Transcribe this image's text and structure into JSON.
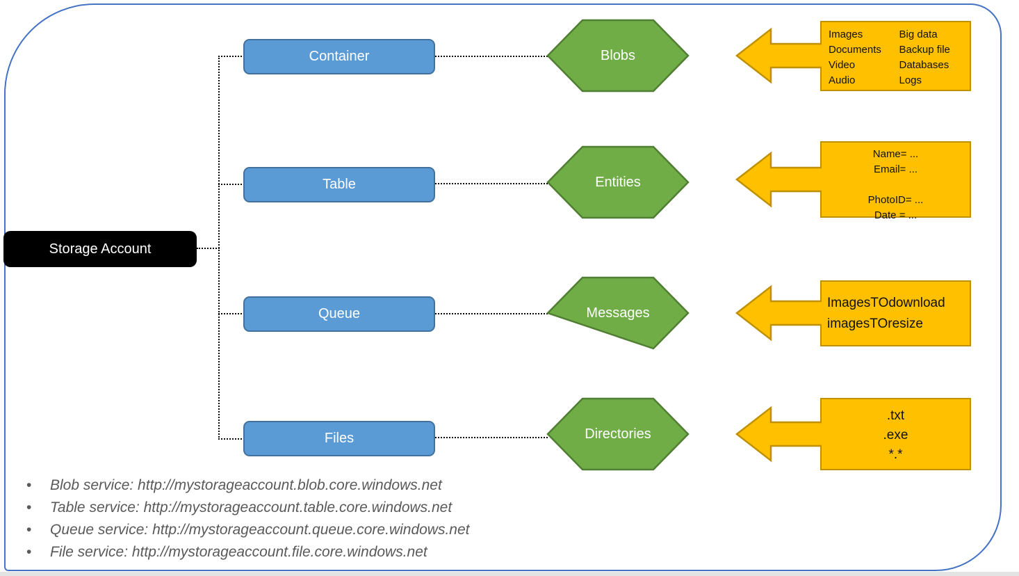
{
  "slide": {
    "root_label": "Storage Account",
    "bullet_glyph": "•",
    "rows": [
      {
        "service": "Container",
        "entity": "Blobs",
        "example": {
          "col1": [
            "Images",
            "Documents",
            "Video",
            "Audio"
          ],
          "col2": [
            "Big data",
            "Backup file",
            "Databases",
            "Logs"
          ]
        }
      },
      {
        "service": "Table",
        "entity": "Entities",
        "example": {
          "lines": [
            "Name= ...",
            "Email= ...",
            "",
            "PhotoID= ...",
            "Date = ..."
          ]
        }
      },
      {
        "service": "Queue",
        "entity": "Messages",
        "example": {
          "lines": [
            "ImagesTOdownload",
            "imagesTOresize"
          ]
        }
      },
      {
        "service": "Files",
        "entity": "Directories",
        "example": {
          "lines": [
            ".txt",
            ".exe",
            "*.*"
          ]
        }
      }
    ],
    "bullets": [
      "Blob service: http://mystorageaccount.blob.core.windows.net",
      "Table service: http://mystorageaccount.table.core.windows.net",
      "Queue service: http://mystorageaccount.queue.core.windows.net",
      "File service: http://mystorageaccount.file.core.windows.net"
    ],
    "colors": {
      "frame_border": "#4472C4",
      "service_box_fill": "#5B9BD5",
      "service_box_border": "#41719C",
      "entity_fill": "#70AD47",
      "entity_border": "#507E32",
      "example_fill": "#FFC000",
      "example_border": "#BF9000",
      "root_fill": "#000000",
      "bullet_text": "#595959"
    }
  }
}
